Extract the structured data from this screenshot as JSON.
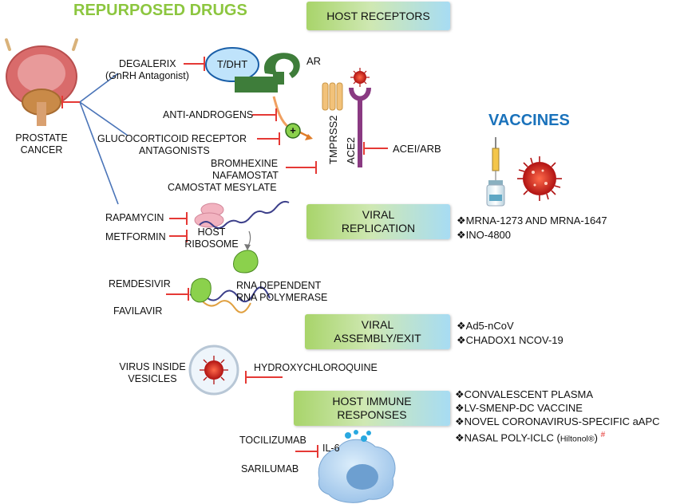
{
  "headings": {
    "repurposed": "REPURPOSED DRUGS",
    "host_receptors": "HOST RECEPTORS",
    "vaccines": "VACCINES"
  },
  "prostate": {
    "line1": "PROSTATE",
    "line2": "CANCER"
  },
  "receptors": {
    "tdht": "T/DHT",
    "ar": "AR",
    "tmprss2": "TMPRSS2",
    "ace2": "ACE2",
    "plus": "+"
  },
  "drugs": {
    "degalerix": "DEGALERIX",
    "gnrh": "(GnRH Antagonist)",
    "anti_androgens": "ANTI-ANDROGENS",
    "glucocorticoid1": "GLUCOCORTICOID RECEPTOR",
    "glucocorticoid2": "ANTAGONISTS",
    "bromhexine": "BROMHEXINE",
    "nafamostat": "NAFAMOSTAT",
    "camostat": "CAMOSTAT MESYLATE",
    "acei": "ACEI/ARB",
    "rapamycin": "RAPAMYCIN",
    "metformin": "METFORMIN",
    "remdesivir": "REMDESIVIR",
    "favilavir": "FAVILAVIR",
    "hydroxy": "HYDROXYCHLOROQUINE",
    "tocilizumab": "TOCILIZUMAB",
    "sarilumab": "SARILUMAB"
  },
  "labels": {
    "host": "HOST",
    "ribosome": "RIBOSOME",
    "rdrp1": "RNA DEPENDENT",
    "rdrp2": "RNA POLYMERASE",
    "virus1": "VIRUS INSIDE",
    "virus2": "VESICLES",
    "il6": "IL-6"
  },
  "stages": {
    "replication1": "VIRAL",
    "replication2": "REPLICATION",
    "assembly1": "VIRAL",
    "assembly2": "ASSEMBLY/EXIT",
    "immune1": "HOST IMMUNE",
    "immune2": "RESPONSES"
  },
  "vaccines": {
    "replication": [
      "MRNA-1273 AND MRNA-1647",
      "INO-4800"
    ],
    "assembly": [
      "Ad5-nCoV",
      "CHADOX1 NCOV-19"
    ],
    "immune": [
      "CONVALESCENT PLASMA",
      "LV-SMENP-DC VACCINE",
      "NOVEL CORONAVIRUS-SPECIFIC aAPC"
    ],
    "nasal_main": "NASAL POLY-ICLC (",
    "nasal_small": "Hiltonol®",
    "nasal_close": ")",
    "nasal_mark": "#",
    "bullet": "❖"
  },
  "colors": {
    "green_heading": "#8cc63f",
    "blue_heading": "#1a72bb",
    "inhibit": "#e53935",
    "connector": "#4a74b8"
  }
}
